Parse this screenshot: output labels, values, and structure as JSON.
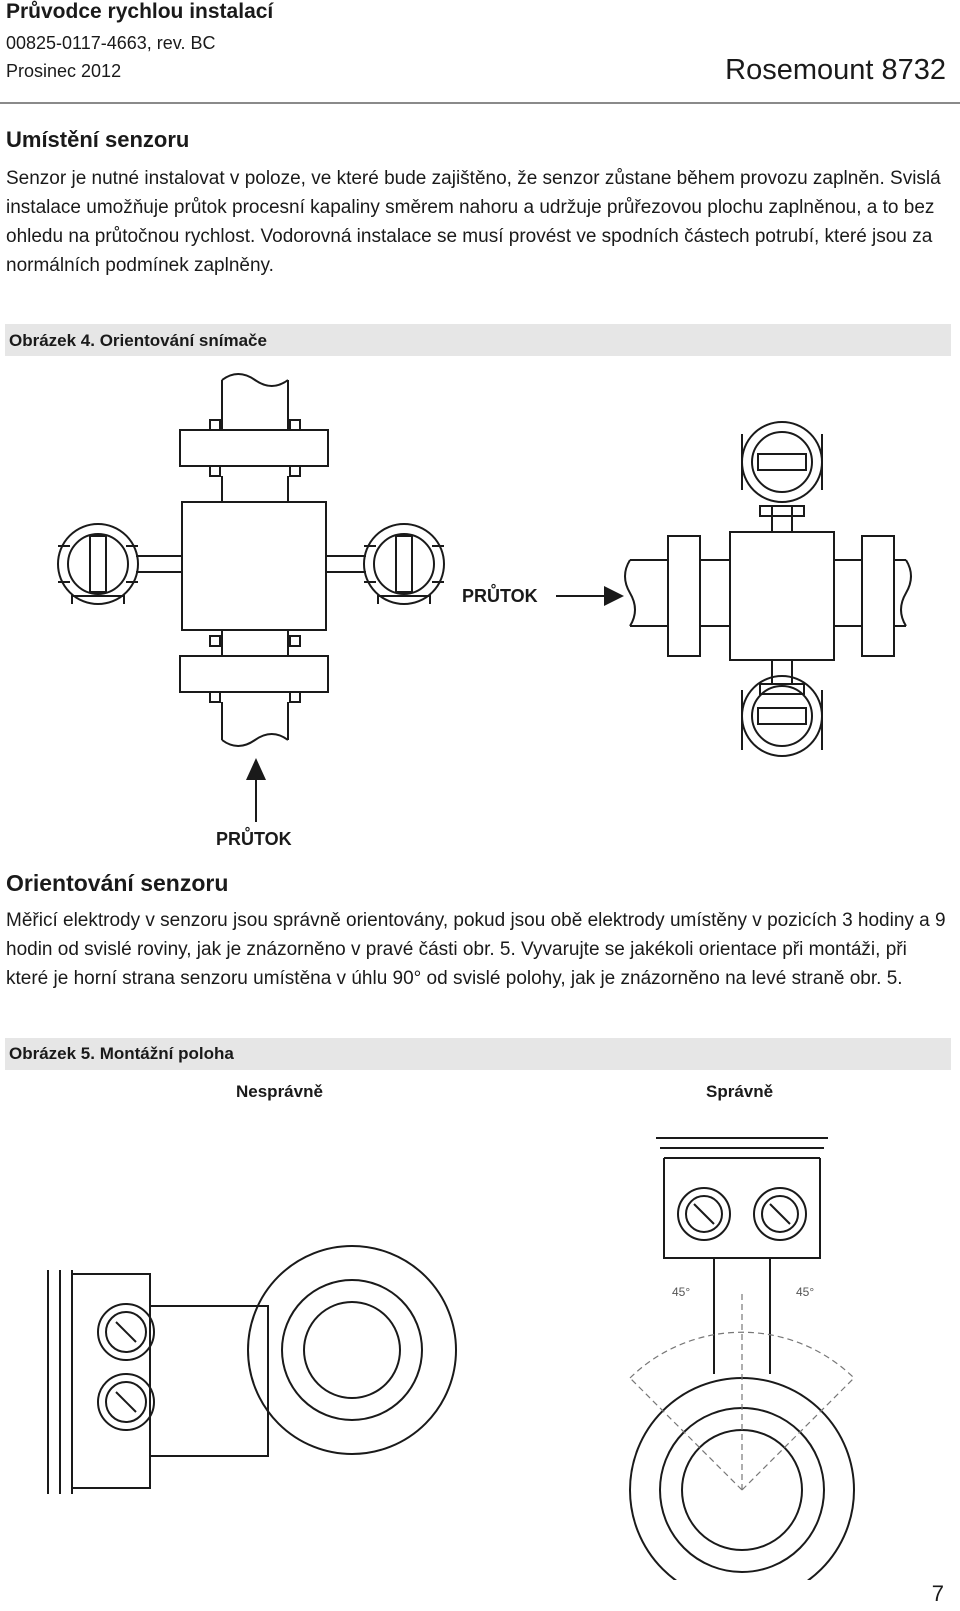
{
  "header": {
    "title": "Průvodce rychlou instalací",
    "doc_number": "00825-0117-4663, rev. BC",
    "date": "Prosinec 2012",
    "product": "Rosemount 8732"
  },
  "section1": {
    "heading": "Umístění senzoru",
    "paragraph": "Senzor je nutné instalovat v poloze, ve které bude zajištěno, že senzor zůstane během provozu zaplněn. Svislá instalace umožňuje průtok procesní kapaliny směrem nahoru a udržuje průřezovou plochu zaplněnou, a to bez ohledu na průtočnou rychlost. Vodorovná instalace se musí provést ve spodních částech potrubí, které jsou za normálních podmínek zaplněny."
  },
  "figure4": {
    "caption": "Obrázek 4. Orientování snímače",
    "flow_label_horizontal": "PRŮTOK",
    "flow_label_vertical": "PRŮTOK"
  },
  "section2": {
    "heading": "Orientování senzoru",
    "paragraph": "Měřicí elektrody v senzoru jsou správně orientovány, pokud jsou obě elektrody umístěny v pozicích 3 hodiny a 9 hodin od svislé roviny, jak je znázorněno v pravé části obr. 5. Vyvarujte se jakékoli orientace při montáži, při které je horní strana senzoru umístěna v úhlu 90° od svislé polohy, jak je znázorněno na levé straně obr. 5."
  },
  "figure5": {
    "caption": "Obrázek 5. Montážní poloha",
    "label_wrong": "Nesprávně",
    "label_right": "Správně",
    "angle_left": "45°",
    "angle_right": "45°"
  },
  "page_number": "7",
  "colors": {
    "caption_bg": "#e6e6e6",
    "line": "#1a1a1a"
  }
}
